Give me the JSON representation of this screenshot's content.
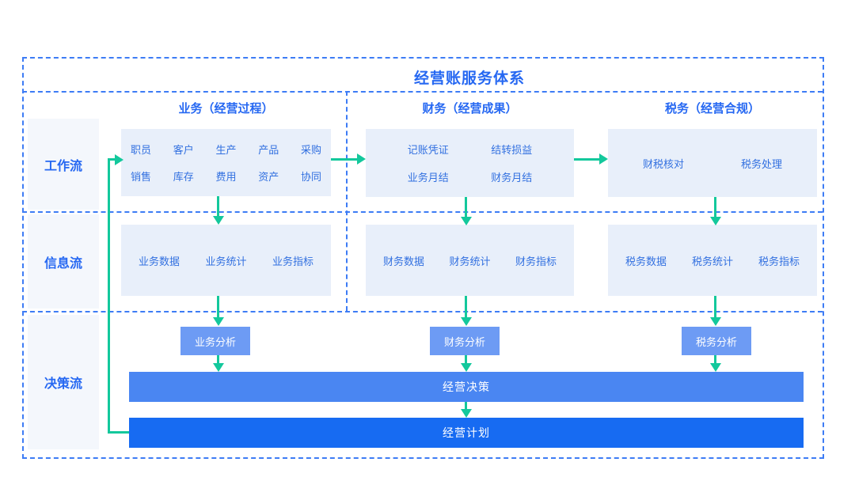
{
  "title": "经营账服务体系",
  "rows": [
    {
      "label": "工作流"
    },
    {
      "label": "信息流"
    },
    {
      "label": "决策流"
    }
  ],
  "columns": [
    {
      "header": "业务（经营过程）",
      "workflow_items": [
        "职员",
        "客户",
        "生产",
        "产品",
        "采购",
        "销售",
        "库存",
        "费用",
        "资产",
        "协同"
      ],
      "info_items": [
        "业务数据",
        "业务统计",
        "业务指标"
      ],
      "analysis_label": "业务分析"
    },
    {
      "header": "财务（经营成果）",
      "workflow_items": [
        "记账凭证",
        "结转损益",
        "业务月结",
        "财务月结"
      ],
      "info_items": [
        "财务数据",
        "财务统计",
        "财务指标"
      ],
      "analysis_label": "财务分析"
    },
    {
      "header": "税务（经营合规）",
      "workflow_items": [
        "财税核对",
        "税务处理"
      ],
      "info_items": [
        "税务数据",
        "税务统计",
        "税务指标"
      ],
      "analysis_label": "税务分析"
    }
  ],
  "decision": {
    "bar1": "经营决策",
    "bar2": "经营计划"
  },
  "colors": {
    "accent_blue": "#2668f2",
    "dashed_border": "#3d7cf5",
    "box_fill": "#e8effa",
    "label_fill": "#f4f7fc",
    "analysis_fill": "#6d9bf4",
    "decision_bar": "#4a86f2",
    "plan_bar": "#176bf2",
    "arrow_green": "#13c89c"
  }
}
